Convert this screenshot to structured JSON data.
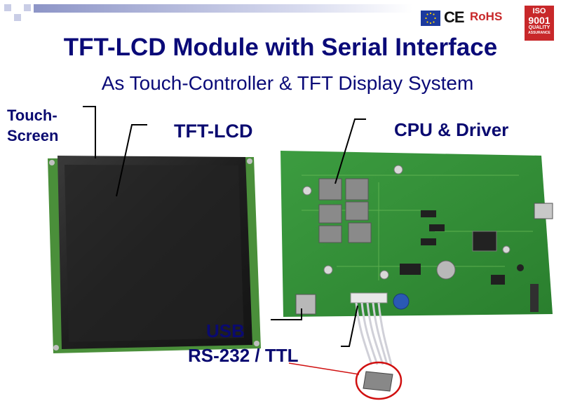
{
  "header": {
    "title": "TFT-LCD Module with Serial Interface",
    "subtitle": "As Touch-Controller & TFT Display System"
  },
  "logos": {
    "ce": "CE",
    "rohs": "RoHS",
    "iso_number": "ISO",
    "iso_code": "9001",
    "iso_quality": "QUALITY",
    "iso_assurance": "ASSURANCE"
  },
  "labels": {
    "touch_line1": "Touch-",
    "touch_line2": "Screen",
    "tft_lcd": "TFT-LCD",
    "cpu_driver": "CPU & Driver",
    "usb": "USB",
    "rs232": "RS-232 / TTL"
  },
  "colors": {
    "title_text": "#0a0a78",
    "pcb_green": "#2f8f35",
    "lcd_panel": "#1c1c1c",
    "highlight_circle": "#d01010",
    "rohs_red": "#c8282a"
  }
}
